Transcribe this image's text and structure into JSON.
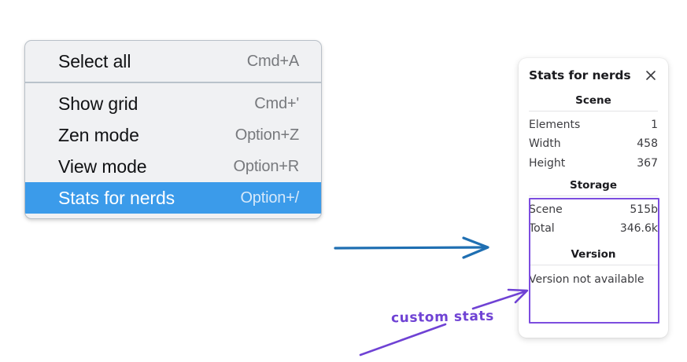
{
  "menu": {
    "groups": [
      {
        "items": [
          {
            "label": "Select all",
            "shortcut": "Cmd+A",
            "selected": false
          }
        ]
      },
      {
        "items": [
          {
            "label": "Show grid",
            "shortcut": "Cmd+'",
            "selected": false
          },
          {
            "label": "Zen mode",
            "shortcut": "Option+Z",
            "selected": false
          },
          {
            "label": "View mode",
            "shortcut": "Option+R",
            "selected": false
          },
          {
            "label": "Stats for nerds",
            "shortcut": "Option+/",
            "selected": true
          }
        ]
      }
    ],
    "highlight_color": "#3b9bea"
  },
  "stats_panel": {
    "title": "Stats for nerds",
    "close_icon": "close-icon",
    "sections": [
      {
        "title": "Scene",
        "rows": [
          {
            "key": "Elements",
            "value": "1"
          },
          {
            "key": "Width",
            "value": "458"
          },
          {
            "key": "Height",
            "value": "367"
          }
        ]
      },
      {
        "title": "Storage",
        "rows": [
          {
            "key": "Scene",
            "value": "515b"
          },
          {
            "key": "Total",
            "value": "346.6k"
          }
        ]
      },
      {
        "title": "Version",
        "note": "Version not available",
        "rows": []
      }
    ]
  },
  "annotations": {
    "custom_stats_label": "custom stats",
    "arrow_color_blue": "#1f6fb2",
    "arrow_color_purple": "#6f42d4",
    "highlight_box_color": "#7c4ddf"
  }
}
